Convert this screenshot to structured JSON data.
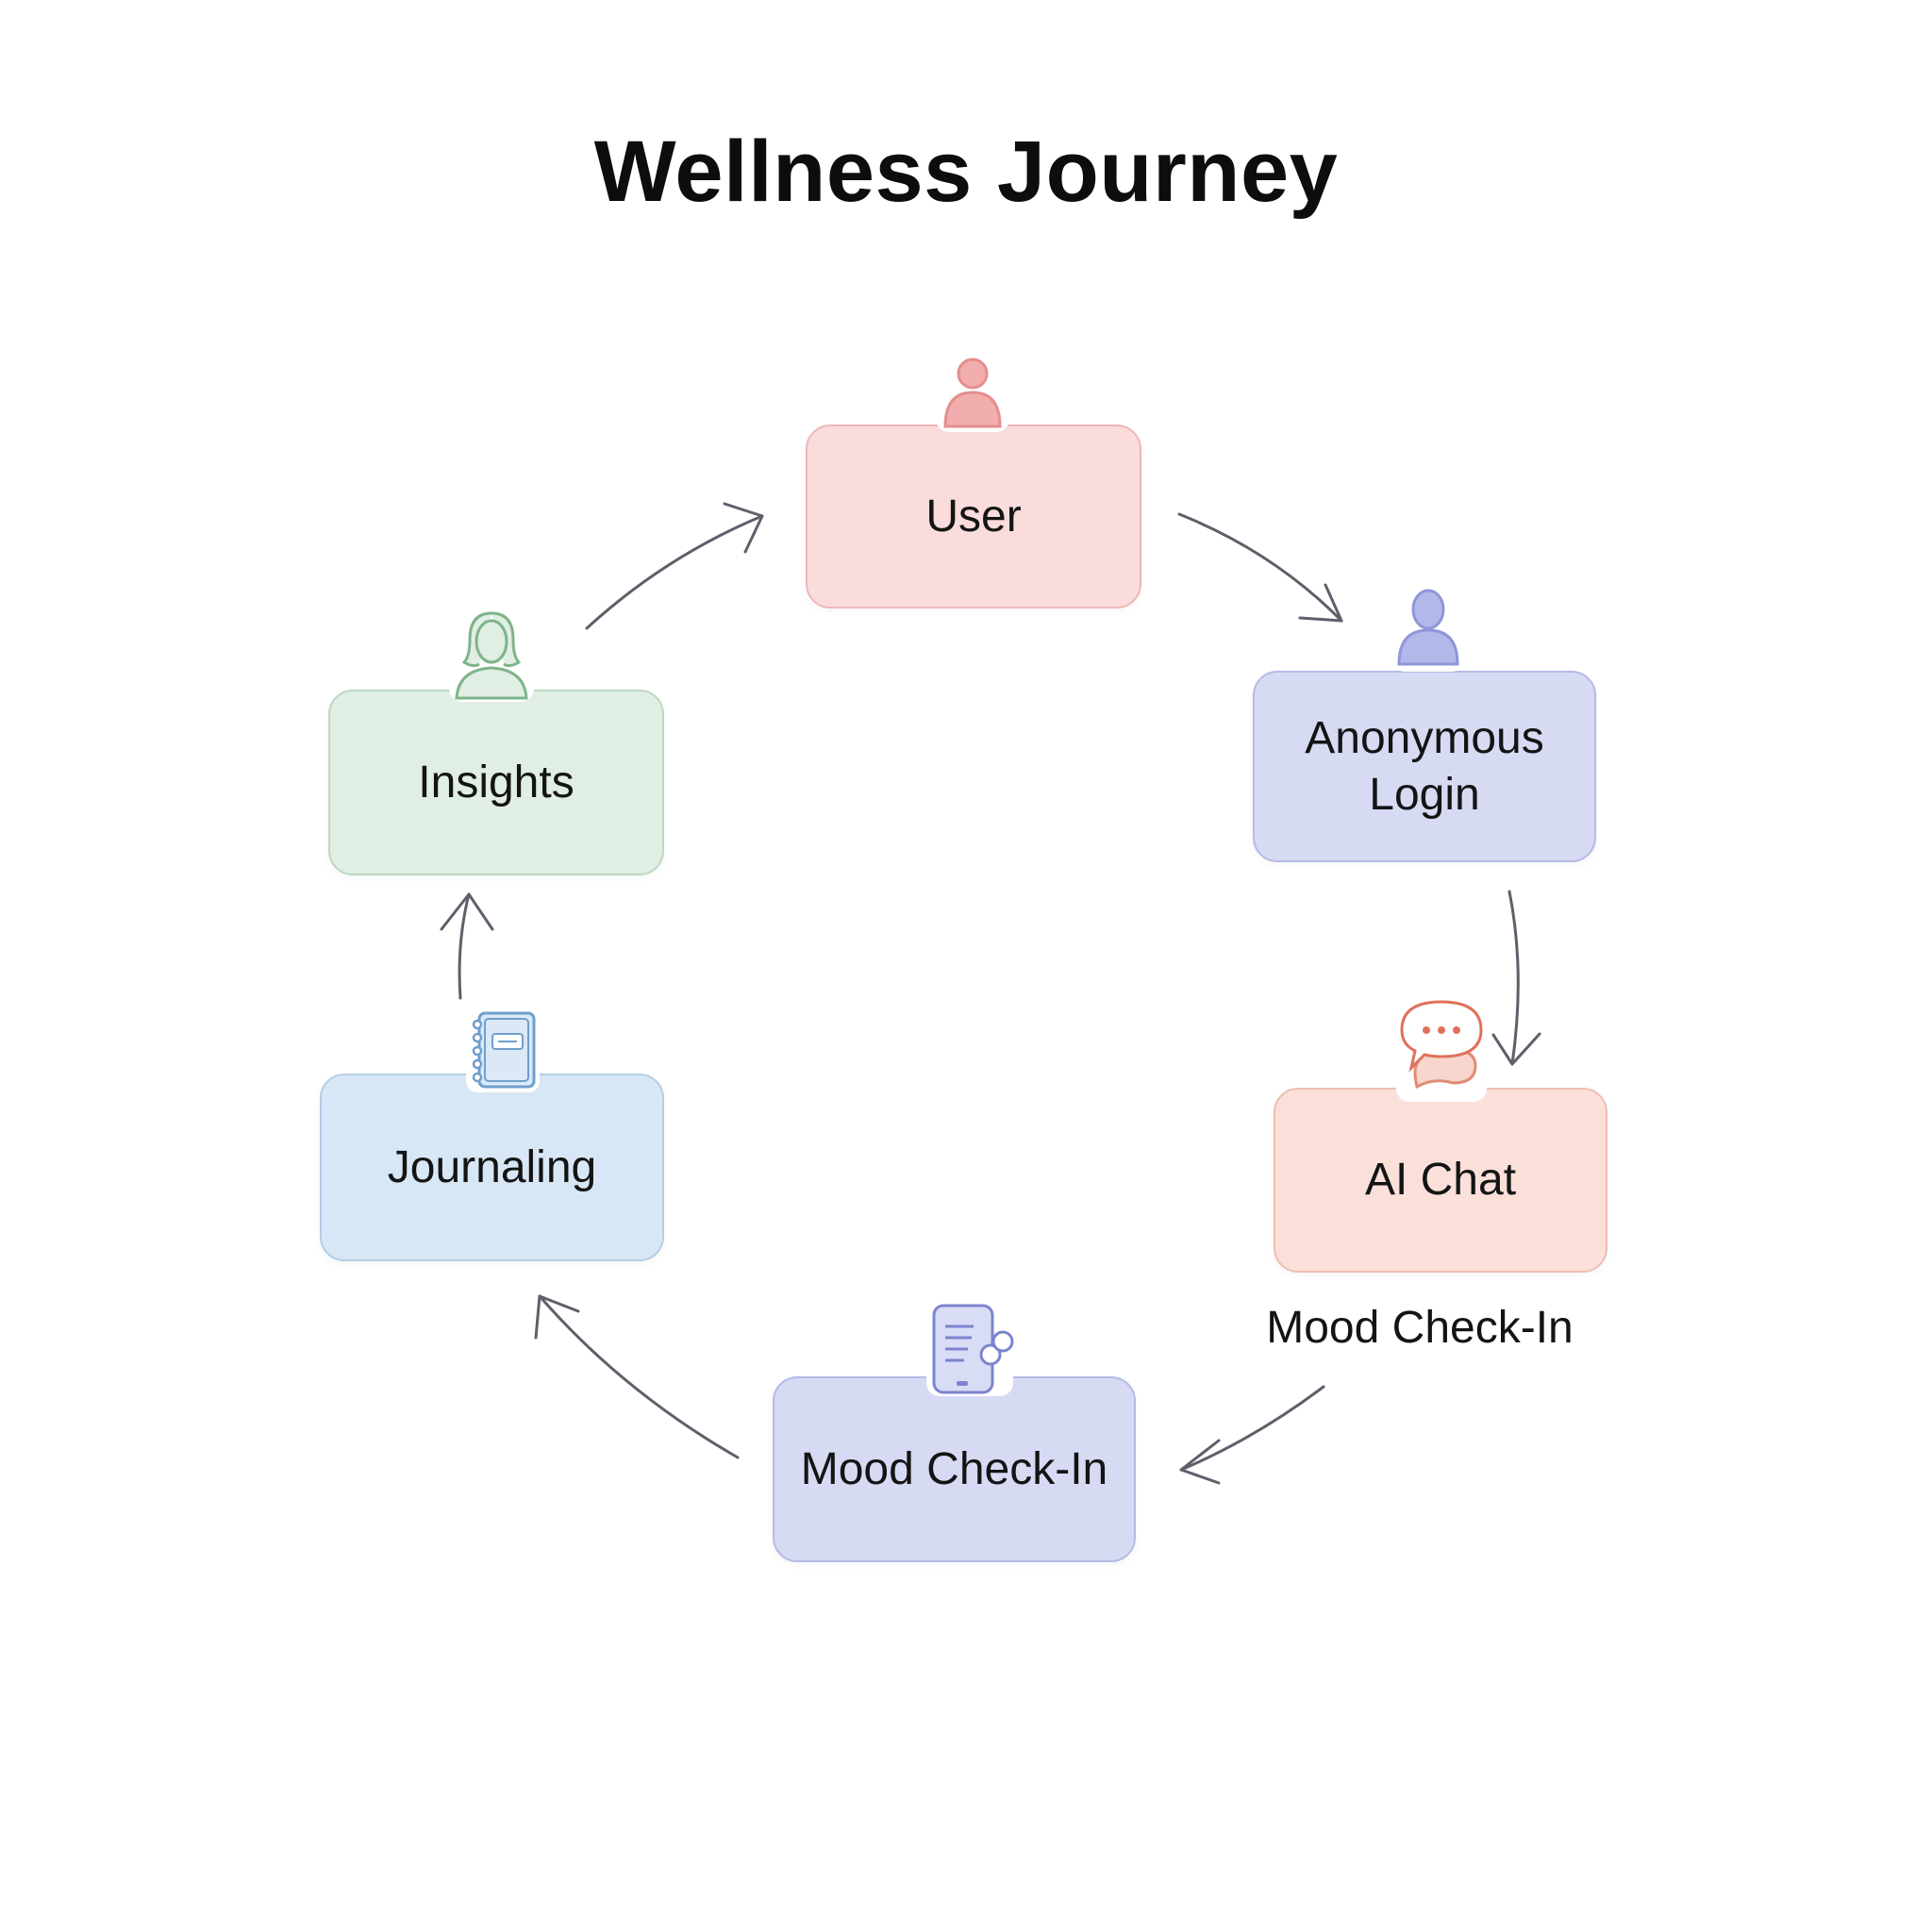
{
  "title": "Wellness Journey",
  "nodes": {
    "user": {
      "label": "User",
      "icon": "person-icon"
    },
    "anonymous_login": {
      "label": "Anonymous\nLogin",
      "icon": "person-icon"
    },
    "ai_chat": {
      "label": "AI Chat",
      "icon": "chat-bubble-icon"
    },
    "mood_check_in": {
      "label": "Mood Check-In",
      "icon": "phone-icon"
    },
    "journaling": {
      "label": "Journaling",
      "icon": "notebook-icon"
    },
    "insights": {
      "label": "Insights",
      "icon": "person-outline-icon"
    }
  },
  "edge_label": "Mood Check-In",
  "flow": [
    "User",
    "Anonymous Login",
    "AI Chat",
    "Mood Check-In",
    "Journaling",
    "Insights"
  ],
  "colors": {
    "user": "#fadcdc",
    "anonymous_login": "#d6daf3",
    "ai_chat": "#fbe0da",
    "mood_check_in": "#d6daf3",
    "journaling": "#d8e7f5",
    "insights": "#e1eee3",
    "arrow": "#5f5f6b"
  }
}
